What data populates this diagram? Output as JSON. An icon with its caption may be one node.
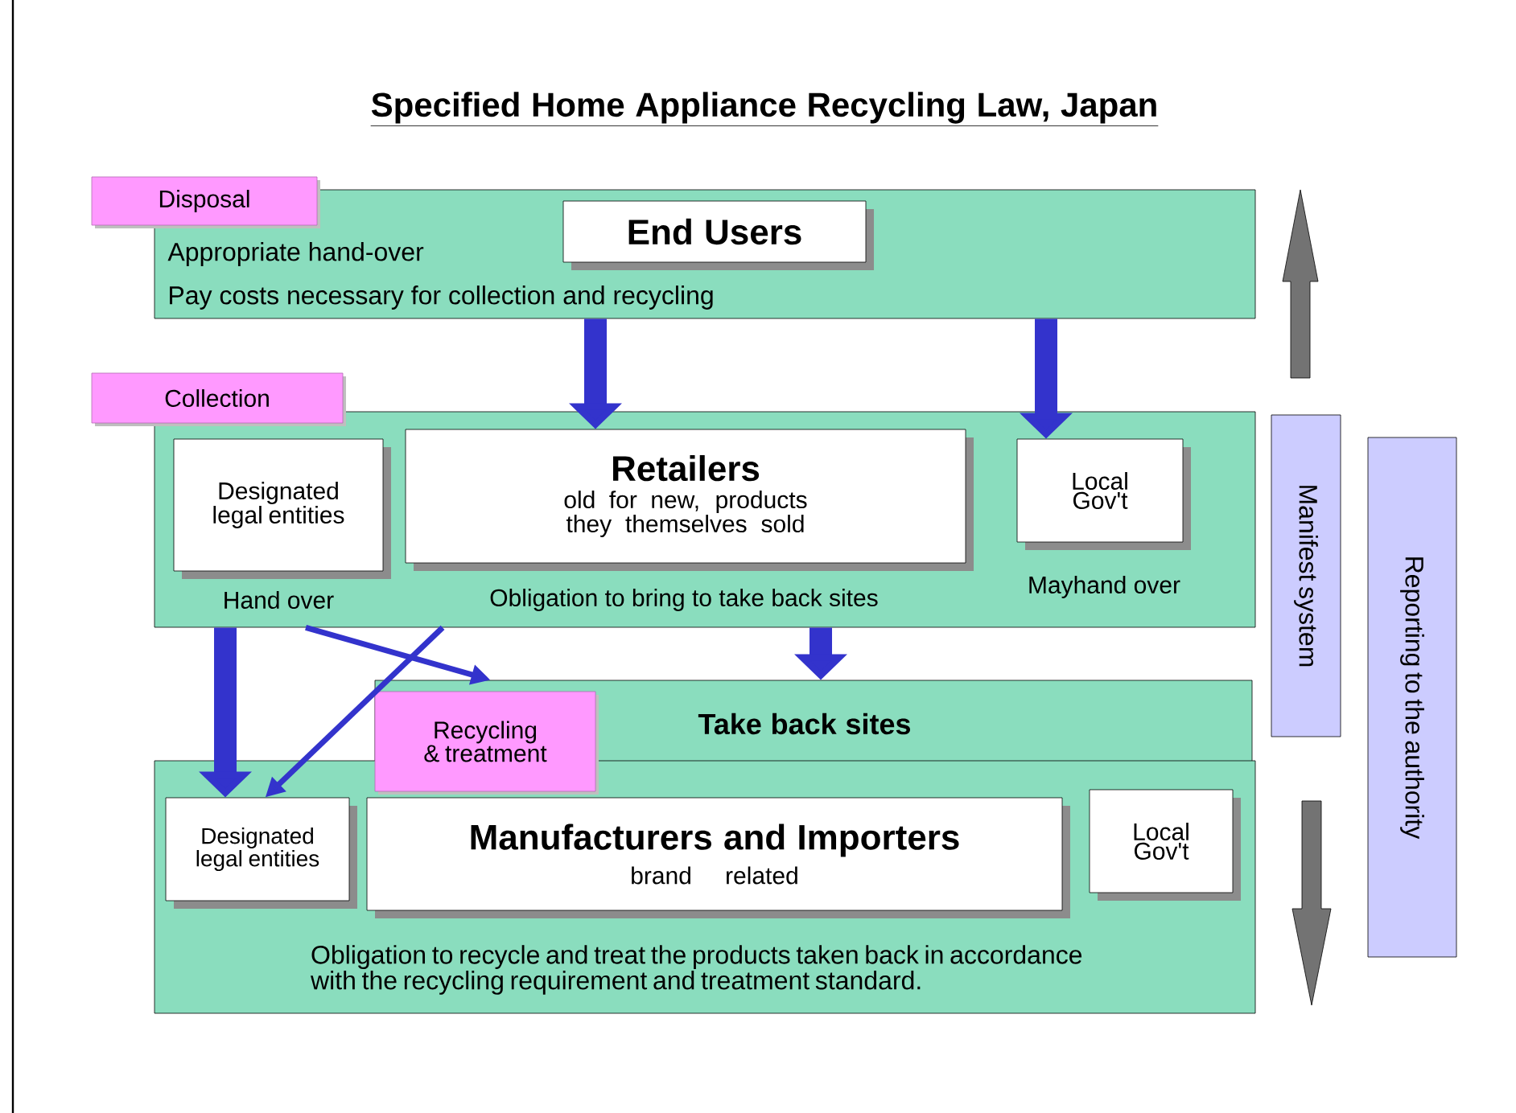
{
  "diagram": {
    "title": "Specified Home Appliance Recycling Law, Japan",
    "nodes": [
      {
        "text": [
          "Disposal"
        ]
      },
      {
        "text": [
          "Appropriate hand-over",
          "Pay costs necessary for collection and recycling"
        ]
      },
      {
        "text": [
          "End Users"
        ],
        "in": 1
      },
      {
        "text": [
          "Collection"
        ]
      },
      {
        "text": [],
        "shape": "box"
      },
      {
        "text": [
          "Designated legal entities"
        ],
        "beside": [
          "Hand over"
        ],
        "in": 4
      },
      {
        "text": [
          "Retailers",
          "old for new, products they themselves sold"
        ],
        "beside": [
          "Obligation to bring to take back sites"
        ],
        "in": 4
      },
      {
        "text": [
          "Local Gov't"
        ],
        "beside": [
          "Mayhand over"
        ],
        "in": 4
      },
      {
        "text": [
          "Take back sites"
        ]
      },
      {
        "text": [
          "Recycling & treatment"
        ]
      },
      {
        "text": [
          "Obligation to recycle and treat the products taken back in accordance with the recycling requirement and treatment standard."
        ]
      },
      {
        "text": [
          "Designated legal entities"
        ],
        "in": 10
      },
      {
        "text": [
          "Manufacturers and Importers",
          "brand related"
        ],
        "in": 10
      },
      {
        "text": [
          "Local Gov't"
        ],
        "in": 10
      },
      {
        "text": [
          "Manifest system"
        ]
      },
      {
        "text": [
          "Reporting to the authority"
        ]
      }
    ],
    "edges": [
      {
        "from": 1,
        "to": 6,
        "arrow": "to"
      },
      {
        "from": 1,
        "to": 7,
        "arrow": "to"
      },
      {
        "from": 4,
        "to": 8,
        "arrow": "to"
      },
      {
        "from": 4,
        "to": 11,
        "arrow": "to"
      },
      {
        "from": 4,
        "to": 11,
        "arrow": "to"
      },
      {
        "from": 4,
        "to": 8,
        "arrow": "to"
      }
    ]
  }
}
